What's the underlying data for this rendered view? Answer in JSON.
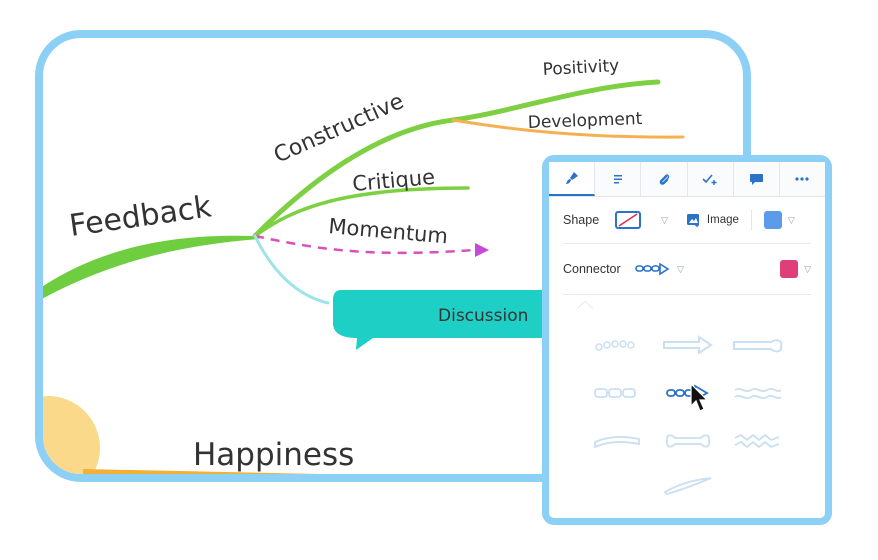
{
  "mindmap": {
    "root": "Feedback",
    "branches": [
      "Constructive",
      "Critique",
      "Momentum",
      "Discussion"
    ],
    "sub_branches": [
      "Positivity",
      "Development"
    ],
    "second_root": "Happiness"
  },
  "panel": {
    "tabs": [
      {
        "name": "style",
        "icon": "paintbrush-icon"
      },
      {
        "name": "notes",
        "icon": "notes-icon"
      },
      {
        "name": "attachments",
        "icon": "paperclip-icon"
      },
      {
        "name": "tasks",
        "icon": "checkmark-plus-icon"
      },
      {
        "name": "comments",
        "icon": "speech-bubble-icon"
      },
      {
        "name": "more",
        "icon": "more-icon"
      }
    ],
    "shape_label": "Shape",
    "image_label": "Image",
    "connector_label": "Connector",
    "colors": {
      "shape": "#5b9bea",
      "connector": "#e03e79",
      "accent": "#2a73c9"
    }
  }
}
